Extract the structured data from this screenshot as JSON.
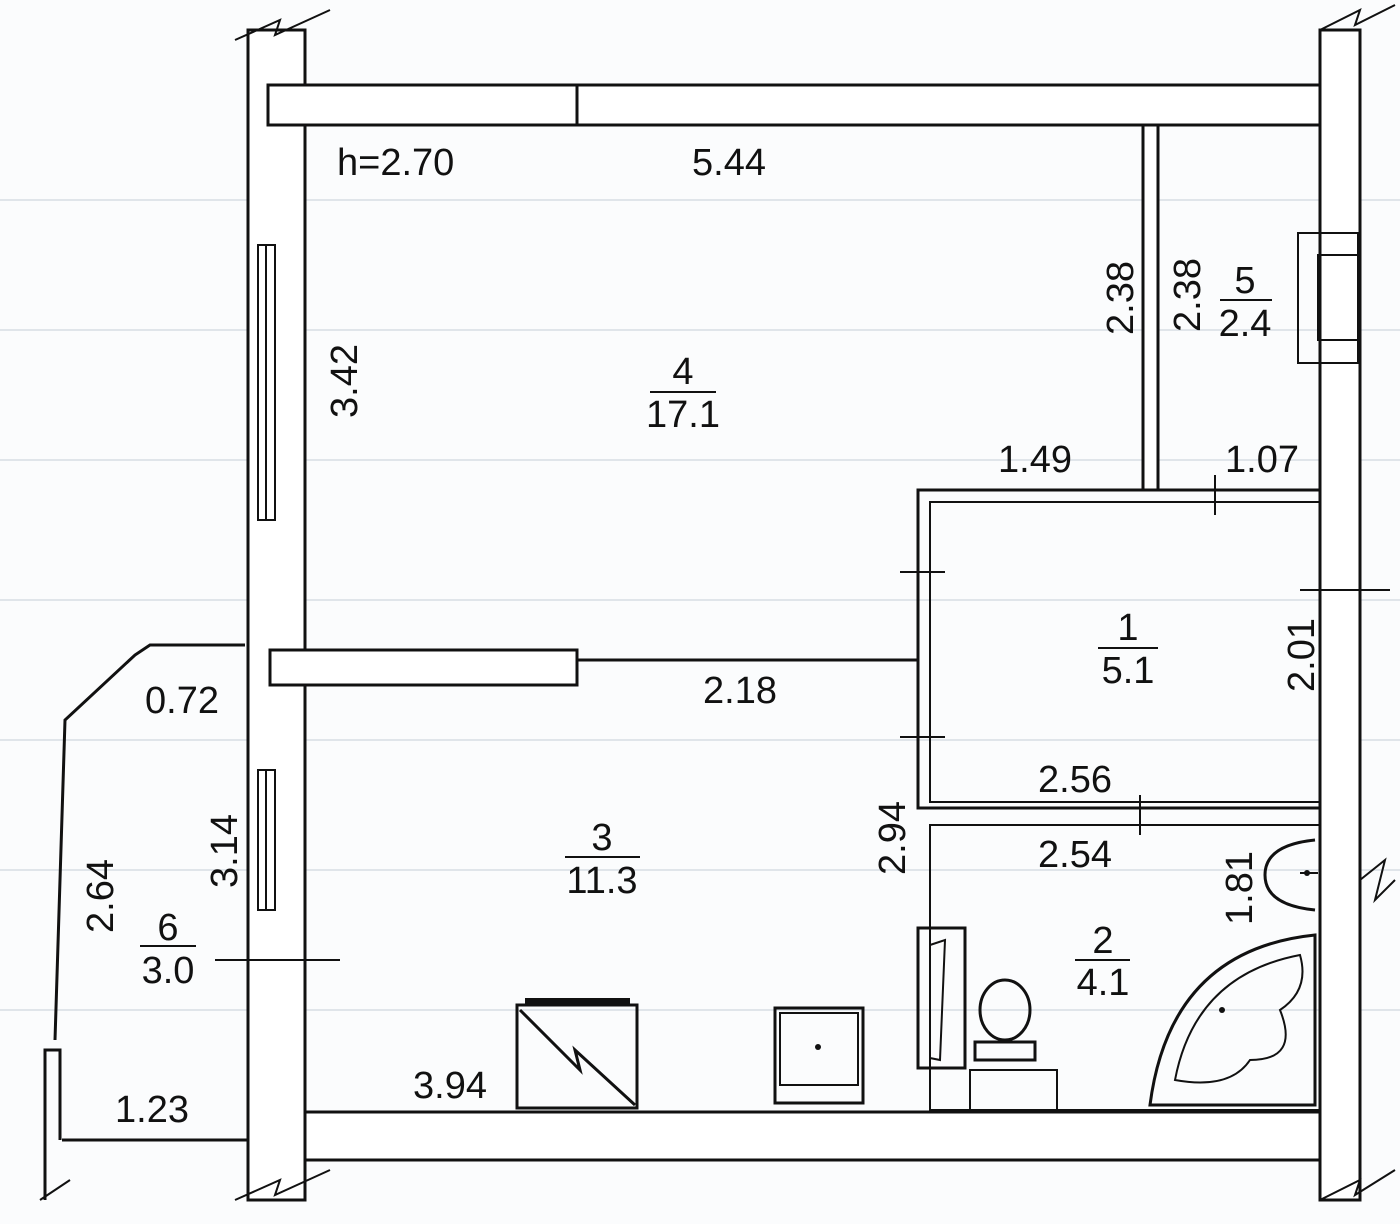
{
  "plan": {
    "ceiling_height": "h=2.70",
    "rooms": [
      {
        "number": "1",
        "area": "5.1"
      },
      {
        "number": "2",
        "area": "4.1"
      },
      {
        "number": "3",
        "area": "11.3"
      },
      {
        "number": "4",
        "area": "17.1"
      },
      {
        "number": "5",
        "area": "2.4"
      },
      {
        "number": "6",
        "area": "3.0"
      }
    ],
    "dimensions": {
      "room4_width": "5.44",
      "room4_depth": "3.42",
      "room4_right_upper": "2.38",
      "room4_lower": "1.49",
      "room5_depth": "2.38",
      "room5_width": "1.07",
      "room1_depth": "2.01",
      "room1_width": "2.56",
      "room3_top": "2.18",
      "room3_depth": "3.14",
      "room3_right": "2.94",
      "room3_bottom": "3.94",
      "room2_width": "2.54",
      "room2_depth": "1.81",
      "balcony_top": "0.72",
      "balcony_depth": "2.64",
      "balcony_bottom": "1.23"
    }
  }
}
